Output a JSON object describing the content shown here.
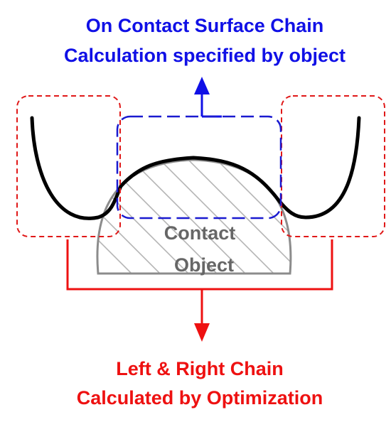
{
  "top_label": {
    "line1": "On Contact Surface Chain",
    "line2": "Calculation specified by object",
    "color": "#1010e6"
  },
  "bottom_label": {
    "line1": "Left & Right Chain",
    "line2": "Calculated by Optimization",
    "color": "#ee1111"
  },
  "object_label": {
    "line1": "Contact",
    "line2": "Object",
    "color": "#666666"
  },
  "colors": {
    "chain": "#000000",
    "object_outline": "#8c8c8c",
    "hatch": "#b4b4b4",
    "side_box": "#e01818",
    "center_box": "#1a1ad0",
    "arrow_up": "#1010e6",
    "arrow_down": "#ee1111"
  }
}
